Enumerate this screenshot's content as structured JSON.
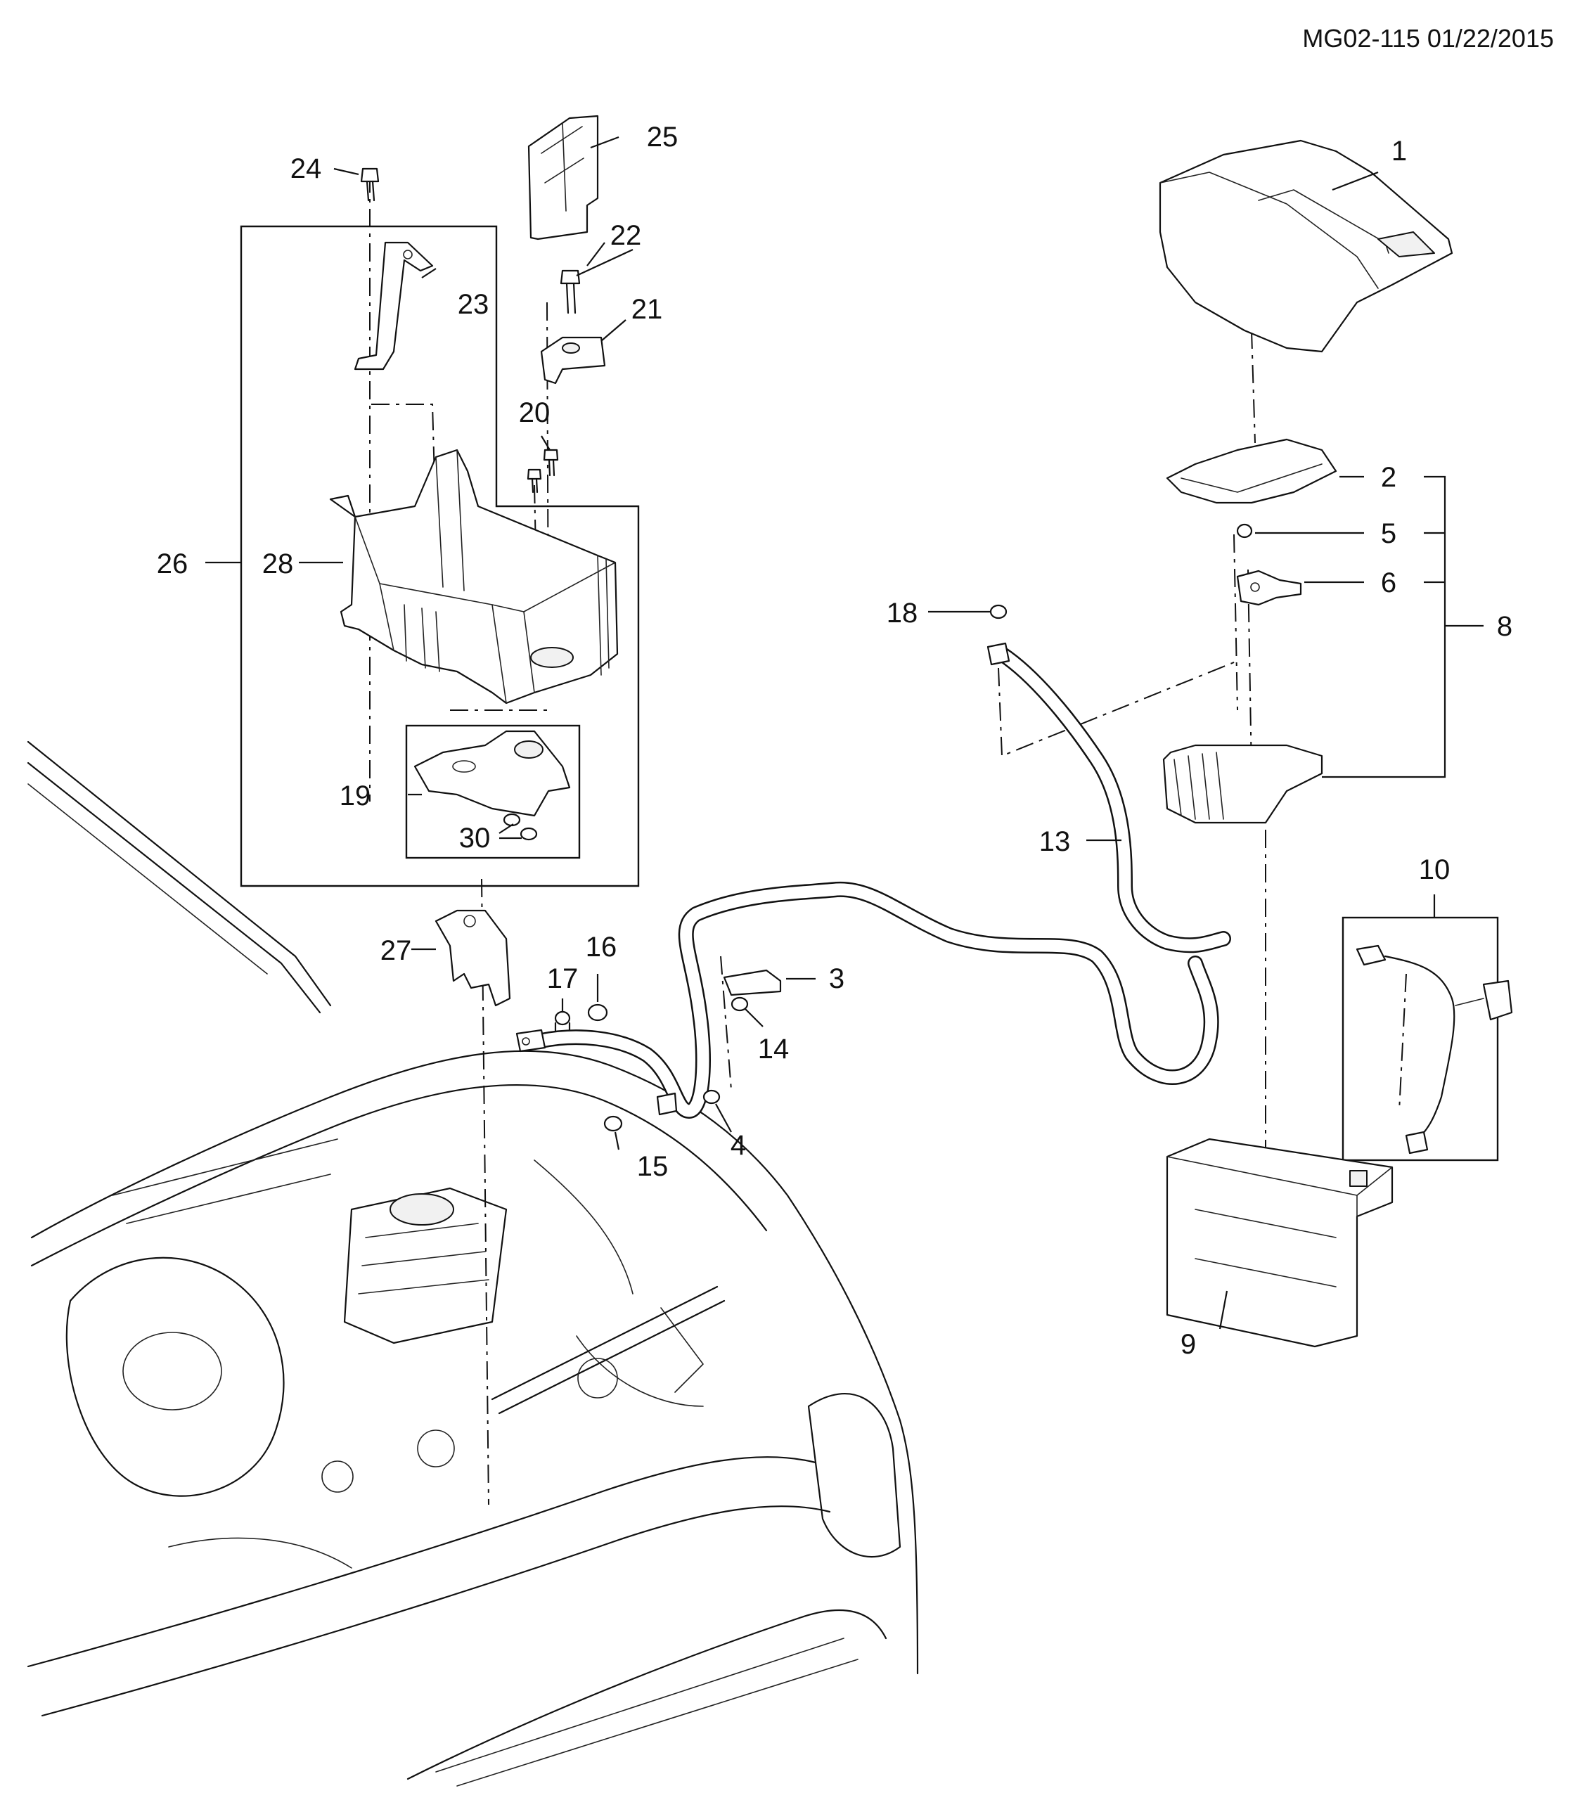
{
  "document_id": "MG02-115 01/22/2015",
  "callouts": {
    "c1": "1",
    "c2": "2",
    "c3": "3",
    "c4": "4",
    "c5": "5",
    "c6": "6",
    "c8": "8",
    "c9": "9",
    "c10": "10",
    "c13": "13",
    "c14": "14",
    "c15": "15",
    "c16": "16",
    "c17": "17",
    "c18": "18",
    "c19": "19",
    "c20": "20",
    "c21": "21",
    "c22": "22",
    "c23": "23",
    "c24": "24",
    "c25": "25",
    "c26": "26",
    "c27": "27",
    "c28": "28",
    "c30": "30"
  }
}
